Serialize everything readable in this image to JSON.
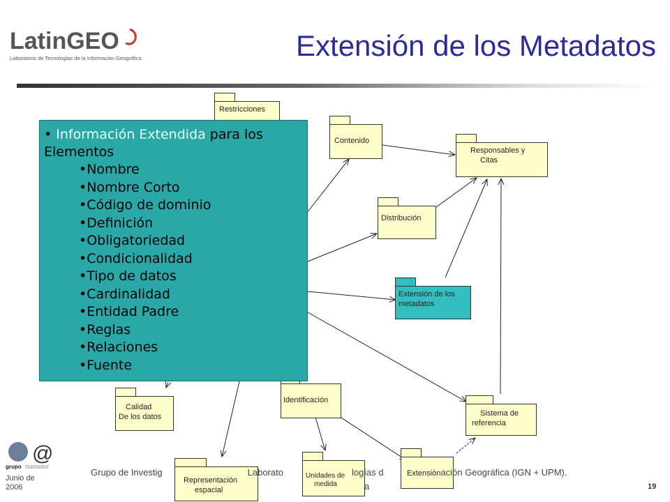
{
  "slide": {
    "title": "Extensión de los Metadatos",
    "page_number": "19",
    "date_lines": [
      "Junio de",
      "2006"
    ],
    "footer_visible_parts": [
      "Grupo de Investig",
      "Laborato",
      "logías d",
      "ación Geográfica (IGN + UPM).",
      "a"
    ]
  },
  "logo": {
    "text": "LatinGEO",
    "subtitle": "Laboratorio de Tecnologías de la Información Geográfica"
  },
  "mercator_logo": {
    "line1": "grupo",
    "line2": "mercator"
  },
  "overlay": {
    "head_highlight": "Información Extendida",
    "head_rest": "para los",
    "head_line2": "Elementos",
    "items": [
      "Nombre",
      "Nombre Corto",
      "Código de dominio",
      "Definición",
      "Obligatoriedad",
      "Condicionalidad",
      "Tipo de datos",
      "Cardinalidad",
      "Entidad Padre",
      "Reglas",
      "Relaciones",
      "Fuente"
    ]
  },
  "packages": {
    "restricciones": "Restricciones",
    "contenido": "Contenido",
    "responsables": [
      "Responsables y",
      "Citas"
    ],
    "distribucion": "Distribución",
    "extension_metadatos": [
      "Extensión de los",
      "metadatos"
    ],
    "calidad": [
      "Calidad",
      "De los datos"
    ],
    "identificacion": "Identificación",
    "sistema_referencia": [
      "Sistema de",
      "referencia"
    ],
    "representacion": [
      "Representación",
      "espacial"
    ],
    "unidades": [
      "Unidades de",
      "medida"
    ],
    "extension": "Extensión"
  },
  "colors": {
    "title": "#2b2b9a",
    "package_fill": "#ffffcc",
    "highlight_package": "#33bfbf",
    "overlay_fill": "#2aa8a8"
  }
}
